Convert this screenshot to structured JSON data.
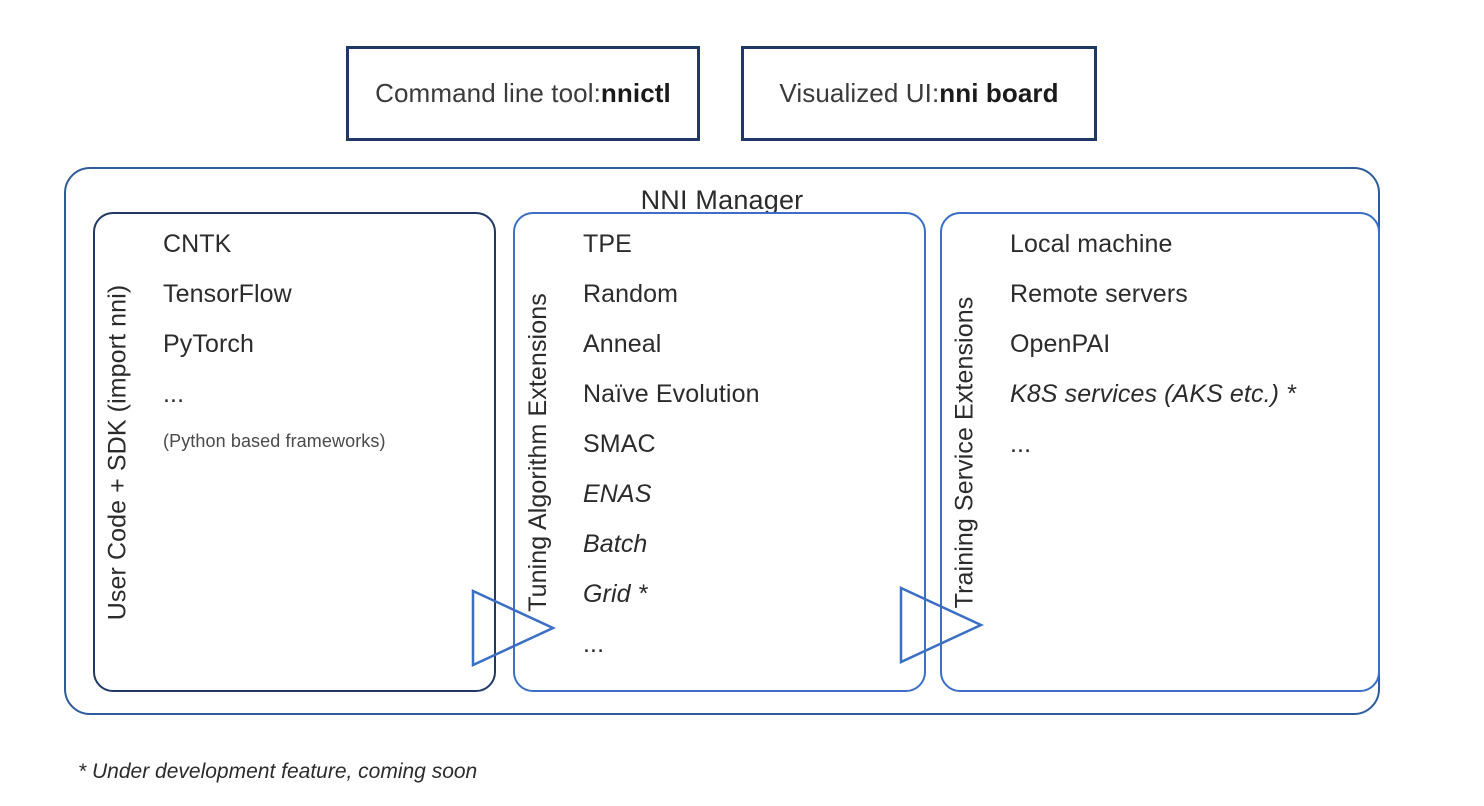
{
  "top_boxes": [
    {
      "prefix": "Command line tool: ",
      "strong": "nnictl"
    },
    {
      "prefix": "Visualized UI: ",
      "strong": "nni board"
    }
  ],
  "nni_manager": {
    "title": "NNI Manager",
    "border_color": "#2E5B9A"
  },
  "columns": [
    {
      "id": "user-code",
      "side_label": "User Code + SDK (import nni)",
      "border_color": "#1F3864",
      "items": [
        {
          "text": "CNTK",
          "style": "normal"
        },
        {
          "text": "TensorFlow",
          "style": "normal"
        },
        {
          "text": "PyTorch",
          "style": "normal"
        },
        {
          "text": "...",
          "style": "normal"
        },
        {
          "text": "(Python based frameworks)",
          "style": "small"
        }
      ]
    },
    {
      "id": "tuning-algorithm",
      "side_label": "Tuning Algorithm Extensions",
      "border_color": "#3A6FC4",
      "items": [
        {
          "text": "TPE",
          "style": "normal"
        },
        {
          "text": "Random",
          "style": "normal"
        },
        {
          "text": "Anneal",
          "style": "normal"
        },
        {
          "text": "Naïve Evolution",
          "style": "normal"
        },
        {
          "text": "SMAC",
          "style": "normal"
        },
        {
          "text": "ENAS",
          "style": "italic"
        },
        {
          "text": "Batch",
          "style": "italic"
        },
        {
          "text": "Grid *",
          "style": "italic"
        },
        {
          "text": "...",
          "style": "normal"
        }
      ]
    },
    {
      "id": "training-service",
      "side_label": "Training Service Extensions",
      "border_color": "#3A6FC4",
      "items": [
        {
          "text": "Local machine",
          "style": "normal"
        },
        {
          "text": "Remote servers",
          "style": "normal"
        },
        {
          "text": "OpenPAI",
          "style": "normal"
        },
        {
          "text": "K8S services (AKS etc.) *",
          "style": "italic"
        },
        {
          "text": "...",
          "style": "normal"
        }
      ]
    }
  ],
  "arrows": [
    {
      "name": "arrow-user-to-tuning",
      "color": "#3A6FC4"
    },
    {
      "name": "arrow-tuning-to-training",
      "color": "#3A6FC4"
    }
  ],
  "footnote": "* Under development feature, coming soon"
}
